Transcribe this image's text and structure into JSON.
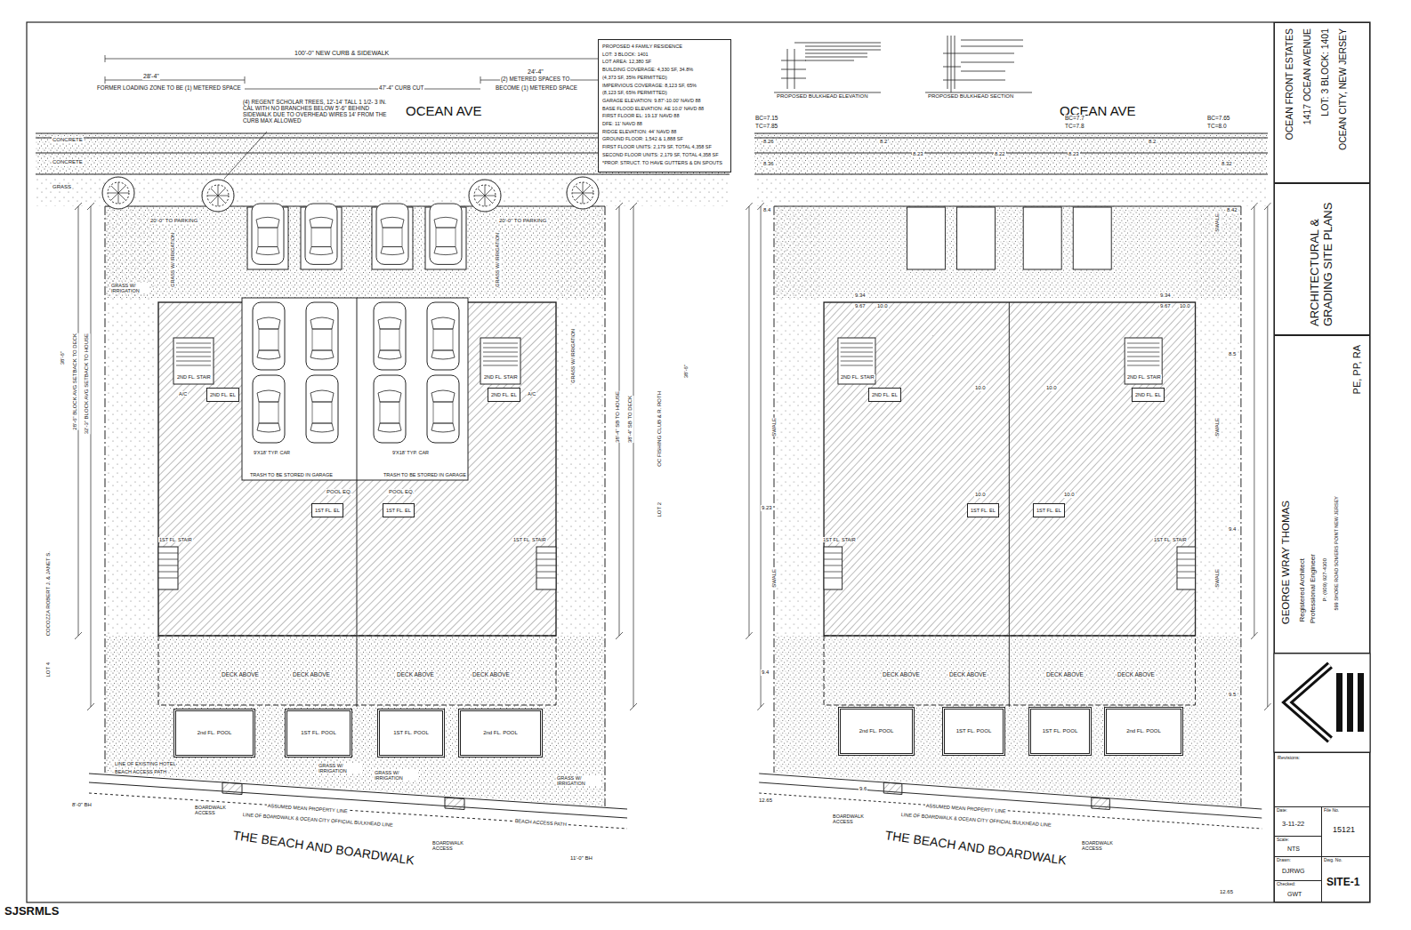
{
  "diagram": {
    "nodes": [
      {
        "text": [
          "PROPOSED 4 FAMILY RESIDENCE",
          "LOT: 3 BLOCK: 1401",
          "LOT AREA: 12,380 SF",
          "BUILDING COVERAGE: 4,330 SF, 34.8%",
          "(4,373 SF, 35% PERMITTED)",
          "IMPERVIOUS COVERAGE: 8,123 SF, 65%",
          "(8,123 SF, 65% PERMITTED)",
          "GARAGE ELEVATION: 9.87'-10.00' NAVD 88",
          "BASE FLOOD ELEVATION: AE 10.0' NAVD 88",
          "FIRST FLOOR EL: 19.13' NAVD 88",
          "DFE: 11' NAVD 88",
          "RIDGE ELEVATION: 44' NAVD 88",
          "GROUND FLOOR: 1,542 & 1,888 SF",
          "FIRST FLOOR UNITS: 2,179 SF, TOTAL 4,358 SF",
          "SECOND FLOOR UNITS: 2,179 SF, TOTAL 4,358 SF",
          "*PROP. STRUCT. TO HAVE GUTTERS & DN SPOUTS"
        ]
      },
      {
        "text": [
          "OCEAN FRONT ESTATES",
          "1417 OCEAN AVENUE",
          "LOT: 3 BLOCK: 1401",
          "OCEAN CITY, NEW JERSEY"
        ]
      },
      {
        "text": [
          "ARCHITECTURAL & GRADING SITE PLANS"
        ]
      },
      {
        "text": [
          "PE, PP, RA",
          "GEORGE WRAY THOMAS",
          "Registered Architect",
          "Professional Engineer",
          "P: (609) 927-4300",
          "599 SHORE ROAD SOMERS POINT NEW JERSEY"
        ]
      },
      {
        "text": [
          "Revisions:"
        ]
      },
      {
        "text": [
          "Date:",
          "3-11-22"
        ]
      },
      {
        "text": [
          "Scale:",
          "NTS"
        ]
      },
      {
        "text": [
          "Drawn:",
          "DJRWG"
        ]
      },
      {
        "text": [
          "Checked:",
          "GWT"
        ]
      },
      {
        "text": [
          "File No.",
          "15121"
        ]
      },
      {
        "text": [
          "Dwg. No.",
          "SITE-1"
        ]
      },
      {
        "text": [
          "2ND FL. EL"
        ]
      },
      {
        "text": [
          "2ND FL. EL"
        ]
      },
      {
        "text": [
          "1ST FL. EL"
        ]
      },
      {
        "text": [
          "1ST FL. EL"
        ]
      },
      {
        "text": [
          "2nd FL. POOL"
        ]
      },
      {
        "text": [
          "1ST FL. POOL"
        ]
      },
      {
        "text": [
          "1ST FL. POOL"
        ]
      },
      {
        "text": [
          "2nd FL. POOL"
        ]
      },
      {
        "text": [
          "2ND FL. EL"
        ]
      },
      {
        "text": [
          "2ND FL. EL"
        ]
      },
      {
        "text": [
          "1ST FL. EL"
        ]
      },
      {
        "text": [
          "1ST FL. EL"
        ]
      },
      {
        "text": [
          "2nd FL. POOL"
        ]
      },
      {
        "text": [
          "1ST FL. POOL"
        ]
      },
      {
        "text": [
          "1ST FL. POOL"
        ]
      },
      {
        "text": [
          "2nd FL. POOL"
        ]
      }
    ],
    "labels": [
      "100'-0\" NEW CURB & SIDEWALK",
      "28'-4\"",
      "FORMER LOADING ZONE TO BE (1) METERED SPACE",
      "47'-4\" CURB CUT",
      "24'-4\"",
      "(2) METERED SPACES TO",
      "BECOME (1) METERED SPACE",
      "(4) REGENT SCHOLAR TREES, 12'-14' TALL 1 1/2- 3 IN. CAL WITH NO BRANCHES BELOW 5'-6\" BEHIND SIDEWALK DUE TO OVERHEAD WIRES 14' FROM THE CURB MAX ALLOWED",
      "OCEAN AVE",
      "CONCRETE",
      "CONCRETE",
      "GRASS",
      "20'-0\" TO PARKING",
      "20'-0\" TO PARKING",
      "GRASS W/ IRRIGATION",
      "GRASS W/ IRRIGATION",
      "GRASS W/ IRRIGATION",
      "GRASS W/ IRRIGATION",
      "32'-3\" BLOCK AVG SETBACK TO HOUSE",
      "28'-6\" BLOCK AVG SETBACK TO DECK",
      "38'-6\"",
      "COCOZZA ROBERT J. & JANET S.",
      "LOT 4",
      "38'-4\" SB TO HOUSE",
      "38'-4\" SB TO DECK",
      "OC FISHING CLUB & R. ROTH",
      "LOT 2",
      "38'-6\"",
      "2ND FL. STAIR",
      "2ND FL. STAIR",
      "9'X18' TYP. CAR",
      "9'X18' TYP. CAR",
      "TRASH TO BE STORED IN GARAGE",
      "TRASH TO BE STORED IN GARAGE",
      "POOL EQ.",
      "POOL EQ.",
      "1ST FL. STAIR",
      "1ST FL. STAIR",
      "DECK ABOVE",
      "DECK ABOVE",
      "DECK ABOVE",
      "DECK ABOVE",
      "LINE OF EXISTING HOTEL",
      "BEACH ACCESS PATH",
      "GRASS W/ IRRIGATION",
      "GRASS W/ IRRIGATION",
      "GRASS W/ IRRIGATION",
      "BOARDWALK ACCESS",
      "ASSUMED MEAN PROPERTY LINE",
      "LINE OF BOARDWALK & OCEAN CITY OFFICIAL BULKHEAD LINE",
      "BOARDWALK ACCESS",
      "BEACH ACCESS PATH",
      "THE BEACH AND BOARDWALK",
      "8'-0\" BH",
      "11'-0\" BH",
      "A/C",
      "A/C",
      "PROPOSED BULKHEAD ELEVATION",
      "PROPOSED BULKHEAD SECTION",
      "OCEAN AVE",
      "BC=7.15",
      "TC=7.85",
      "BC=7.7",
      "TC=7.8",
      "BC=7.65",
      "TC=8.0",
      "8.26",
      "8.2",
      "8.23",
      "8.22",
      "8.23",
      "8.2",
      "8.36",
      "8.32",
      "8.4",
      "8.42",
      "9.34",
      "9.67",
      "10.0",
      "9.34",
      "9.67",
      "10.0",
      "10.0",
      "10.0",
      "10.0",
      "10.0",
      "9.23",
      "8.5",
      "9.4",
      "9.4",
      "9.5",
      "9.6",
      "12.65",
      "12.65",
      "SWALE",
      "SWALE",
      "SWALE",
      "SWALE",
      "SWALE",
      "2ND FL. STAIR",
      "2ND FL. STAIR",
      "1ST FL. STAIR",
      "1ST FL. STAIR",
      "DECK ABOVE",
      "DECK ABOVE",
      "DECK ABOVE",
      "DECK ABOVE",
      "BOARDWALK ACCESS",
      "ASSUMED MEAN PROPERTY LINE",
      "LINE OF BOARDWALK & OCEAN CITY OFFICIAL BULKHEAD LINE",
      "BOARDWALK ACCESS",
      "THE BEACH AND BOARDWALK",
      "SJSRMLS"
    ]
  }
}
